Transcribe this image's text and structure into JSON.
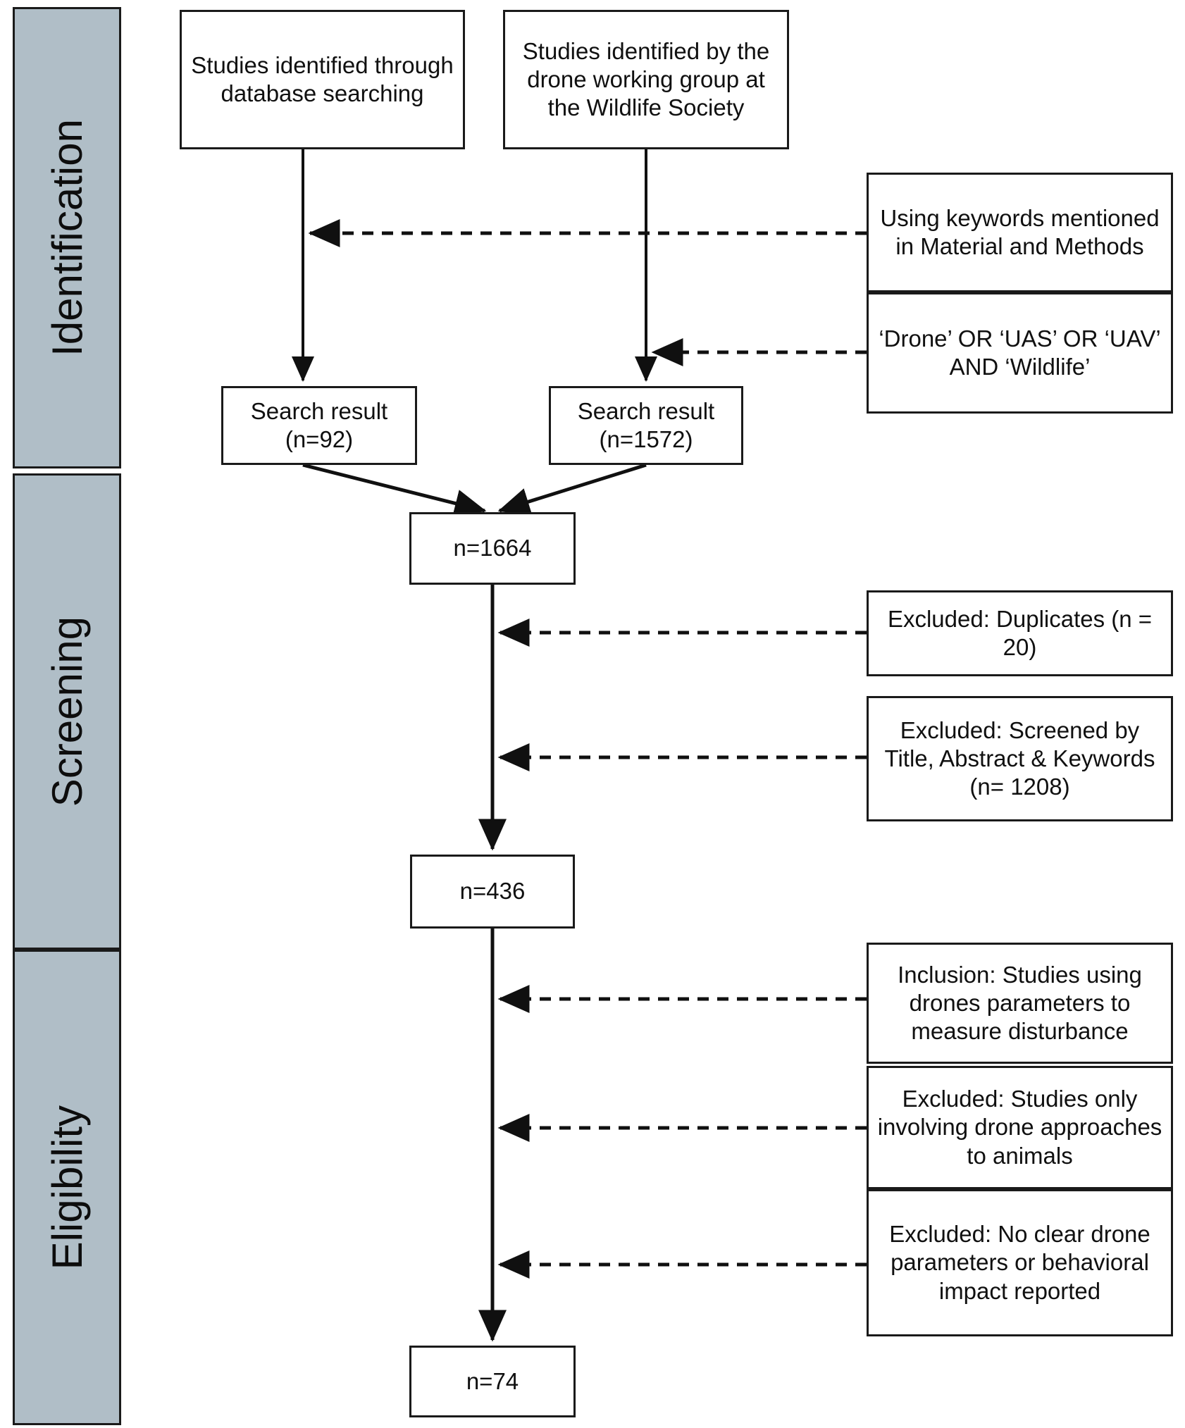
{
  "diagram": {
    "type": "prisma-flow-diagram",
    "accent_fill": "#b0bec7",
    "stroke": "#1a1a1a",
    "box_fill": "#ffffff"
  },
  "phases": [
    {
      "label": "Identification"
    },
    {
      "label": "Screening"
    },
    {
      "label": "Eligibility"
    }
  ],
  "sources": [
    {
      "label": "Studies identified through database searching"
    },
    {
      "label": "Studies identified by the drone working group at the Wildlife Society"
    }
  ],
  "criteria": [
    {
      "label": "Using keywords mentioned in Material and Methods"
    },
    {
      "label": "‘Drone’ OR ‘UAS’ OR ‘UAV’ AND ‘Wildlife’"
    }
  ],
  "search_results": [
    {
      "label": "Search result (n=92)",
      "n": 92
    },
    {
      "label": "Search result (n=1572)",
      "n": 1572
    }
  ],
  "counts": {
    "combined": {
      "label": "n=1664",
      "n": 1664
    },
    "after_screening": {
      "label": "n=436",
      "n": 436
    },
    "final": {
      "label": "n=74",
      "n": 74
    }
  },
  "screening_exclusions": [
    {
      "label": "Excluded: Duplicates (n = 20)",
      "n": 20
    },
    {
      "label": "Excluded: Screened by Title, Abstract & Keywords (n= 1208)",
      "n": 1208
    }
  ],
  "eligibility_criteria": [
    {
      "label": "Inclusion: Studies using drones parameters to measure disturbance"
    },
    {
      "label": "Excluded: Studies only involving drone approaches to animals"
    },
    {
      "label": "Excluded: No clear drone parameters or behavioral impact reported"
    }
  ]
}
